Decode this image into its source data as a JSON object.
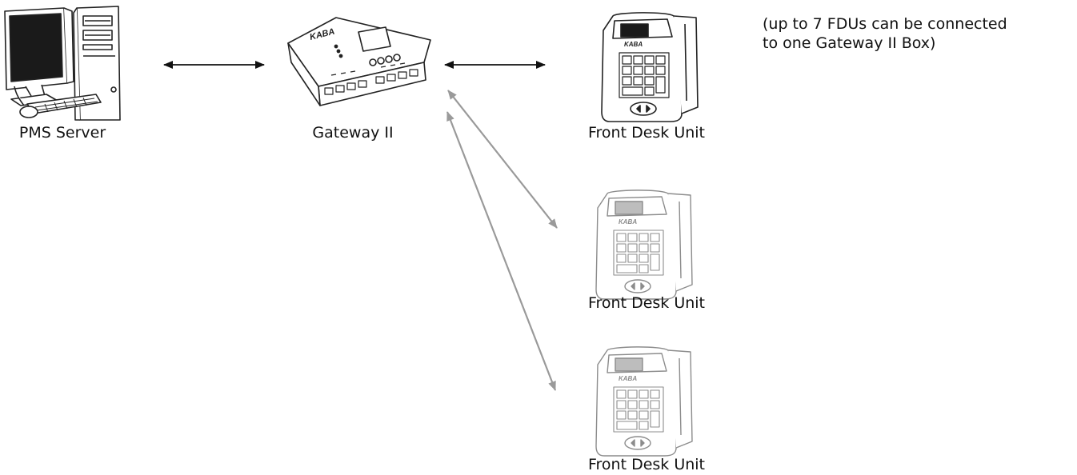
{
  "nodes": {
    "pms_server": {
      "label": "PMS Server"
    },
    "gateway": {
      "label": "Gateway II",
      "brand": "KABA"
    },
    "fdu_1": {
      "label": "Front Desk Unit",
      "brand": "KABA"
    },
    "fdu_2": {
      "label": "Front Desk Unit",
      "brand": "KABA"
    },
    "fdu_3": {
      "label": "Front Desk Unit",
      "brand": "KABA"
    }
  },
  "note": {
    "line1": "(up to 7 FDUs can be connected",
    "line2": "to one Gateway II Box)"
  },
  "connections": [
    {
      "from": "pms_server",
      "to": "gateway",
      "style": "primary"
    },
    {
      "from": "gateway",
      "to": "fdu_1",
      "style": "primary"
    },
    {
      "from": "gateway",
      "to": "fdu_2",
      "style": "secondary"
    },
    {
      "from": "gateway",
      "to": "fdu_3",
      "style": "secondary"
    }
  ],
  "colors": {
    "primary_line": "#111111",
    "secondary_line": "#9a9a9a",
    "device_stroke": "#222222",
    "device_faded_stroke": "#8c8c8c",
    "screen_fill": "#1a1a1a"
  }
}
